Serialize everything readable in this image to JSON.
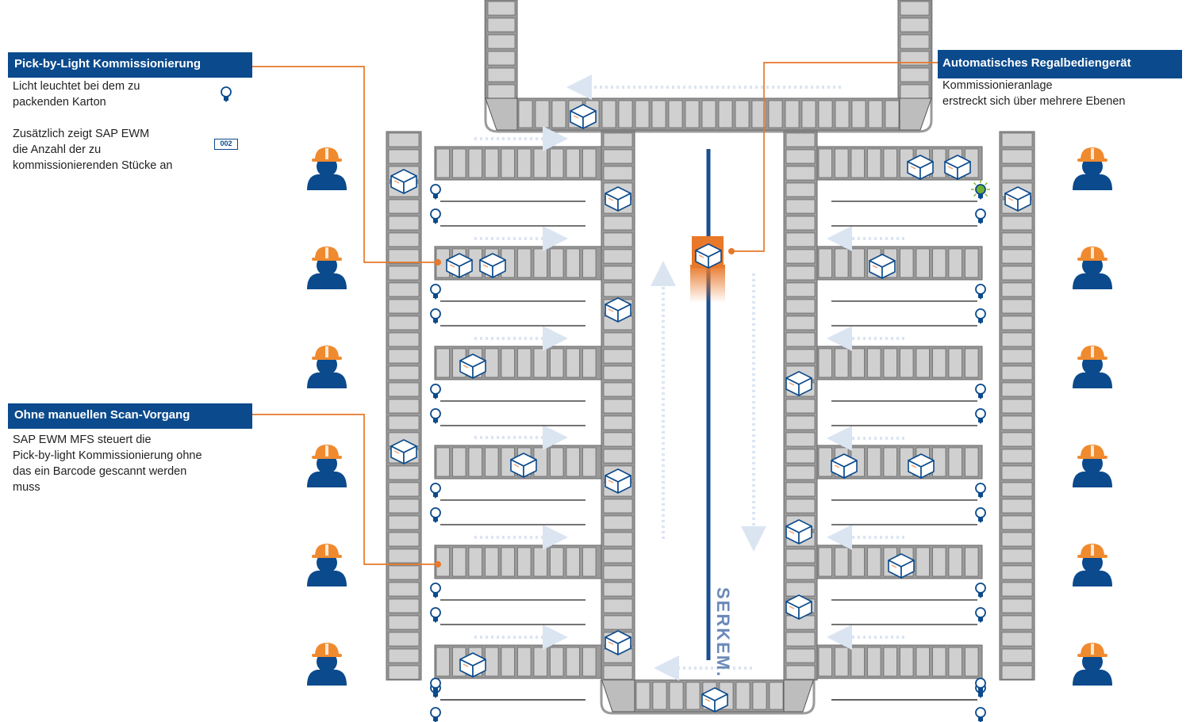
{
  "left_panel": {
    "pbl_title": "Pick-by-Light Kommissionierung",
    "pbl_text1": "Licht leuchtet bei dem zu\npackenden Karton",
    "pbl_text2": "Zusätzlich zeigt SAP EWM\ndie Anzahl der zu\nkommissionierenden Stücke an",
    "counter_display": "002",
    "scan_title": "Ohne manuellen Scan-Vorgang",
    "scan_text": "SAP EWM MFS steuert die\nPick-by-light Kommissionierung ohne\ndas ein Barcode gescannt werden\nmuss"
  },
  "right_panel": {
    "title": "Automatisches Regalbediengerät",
    "text": "Kommissionieranlage\nerstreckt sich über mehrere Ebenen"
  },
  "brand": "SERKEM.",
  "colors": {
    "accent_blue": "#0b4a8c",
    "leader_orange": "#e8782a",
    "conveyor_gray": "#9a9a9a",
    "helmet_orange": "#f08a2e",
    "light_green": "#6fb12e"
  },
  "icons": [
    "worker-icon",
    "bulb-icon",
    "box-icon",
    "counter-display-icon",
    "serkem-logo"
  ]
}
